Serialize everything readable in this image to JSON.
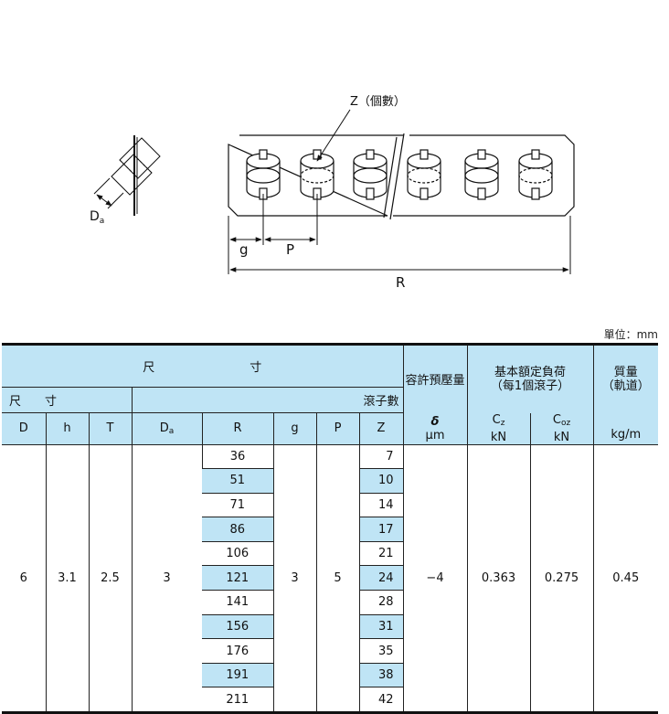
{
  "drawing": {
    "label_Z_count": "Z（個數）",
    "label_Da": "D",
    "label_Da_sub": "a",
    "label_g": "g",
    "label_P": "P",
    "label_R": "R"
  },
  "unit_note": "單位：mm",
  "table": {
    "header_dimensions": "尺　　　　　　　　寸",
    "header_preload": "容許預壓量",
    "header_load_line1": "基本額定負荷",
    "header_load_line2": "（每1個滾子）",
    "header_mass_line1": "質量",
    "header_mass_line2": "（軌道）",
    "header_dimensions_sub": "尺　　寸",
    "header_roller_count": "滾子數",
    "header_delta": "δ",
    "header_Cz": "C",
    "header_Cz_sub": "z",
    "header_Coz": "C",
    "header_Coz_sub": "oz",
    "col_D": "D",
    "col_h": "h",
    "col_T": "T",
    "col_Da": "D",
    "col_Da_sub": "a",
    "col_R": "R",
    "col_g": "g",
    "col_P": "P",
    "col_Z": "Z",
    "unit_preload": "μm",
    "unit_Cz": "kN",
    "unit_Coz": "kN",
    "unit_mass": "kg/m",
    "value_D": "6",
    "value_h": "3.1",
    "value_T": "2.5",
    "value_Da": "3",
    "value_g": "3",
    "value_P": "5",
    "value_preload": "−4",
    "value_Cz": "0.363",
    "value_Coz": "0.275",
    "value_mass": "0.45",
    "rows": [
      {
        "R": "36",
        "Z": "7"
      },
      {
        "R": "51",
        "Z": "10"
      },
      {
        "R": "71",
        "Z": "14"
      },
      {
        "R": "86",
        "Z": "17"
      },
      {
        "R": "106",
        "Z": "21"
      },
      {
        "R": "121",
        "Z": "24"
      },
      {
        "R": "141",
        "Z": "28"
      },
      {
        "R": "156",
        "Z": "31"
      },
      {
        "R": "176",
        "Z": "35"
      },
      {
        "R": "191",
        "Z": "38"
      },
      {
        "R": "211",
        "Z": "42"
      }
    ]
  }
}
